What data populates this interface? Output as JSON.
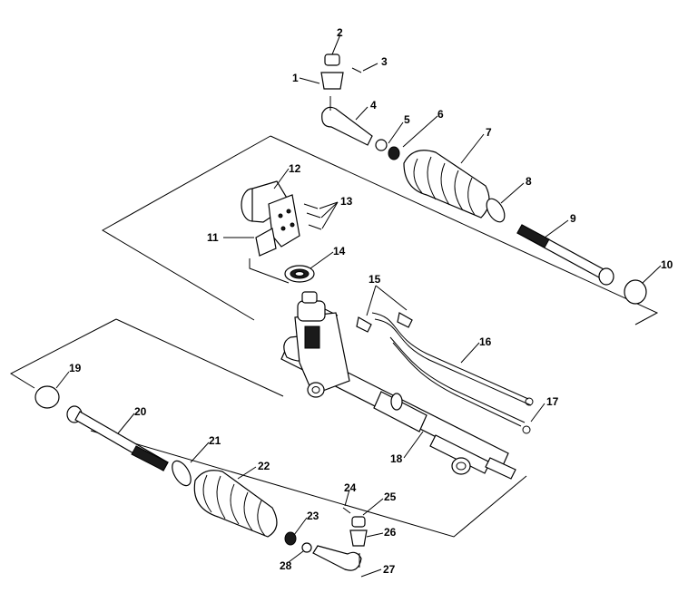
{
  "diagram": {
    "callouts": [
      {
        "id": "c1",
        "text": "1"
      },
      {
        "id": "c2",
        "text": "2"
      },
      {
        "id": "c3",
        "text": "3"
      },
      {
        "id": "c4",
        "text": "4"
      },
      {
        "id": "c5",
        "text": "5"
      },
      {
        "id": "c6",
        "text": "6"
      },
      {
        "id": "c7",
        "text": "7"
      },
      {
        "id": "c8",
        "text": "8"
      },
      {
        "id": "c9",
        "text": "9"
      },
      {
        "id": "c10",
        "text": "10"
      },
      {
        "id": "c11",
        "text": "11"
      },
      {
        "id": "c12",
        "text": "12"
      },
      {
        "id": "c13",
        "text": "13"
      },
      {
        "id": "c14",
        "text": "14"
      },
      {
        "id": "c15",
        "text": "15"
      },
      {
        "id": "c16",
        "text": "16"
      },
      {
        "id": "c17",
        "text": "17"
      },
      {
        "id": "c18",
        "text": "18"
      },
      {
        "id": "c19",
        "text": "19"
      },
      {
        "id": "c20",
        "text": "20"
      },
      {
        "id": "c21",
        "text": "21"
      },
      {
        "id": "c22",
        "text": "22"
      },
      {
        "id": "c23",
        "text": "23"
      },
      {
        "id": "c24",
        "text": "24"
      },
      {
        "id": "c25",
        "text": "25"
      },
      {
        "id": "c26",
        "text": "26"
      },
      {
        "id": "c27",
        "text": "27"
      },
      {
        "id": "c28",
        "text": "28"
      }
    ]
  }
}
